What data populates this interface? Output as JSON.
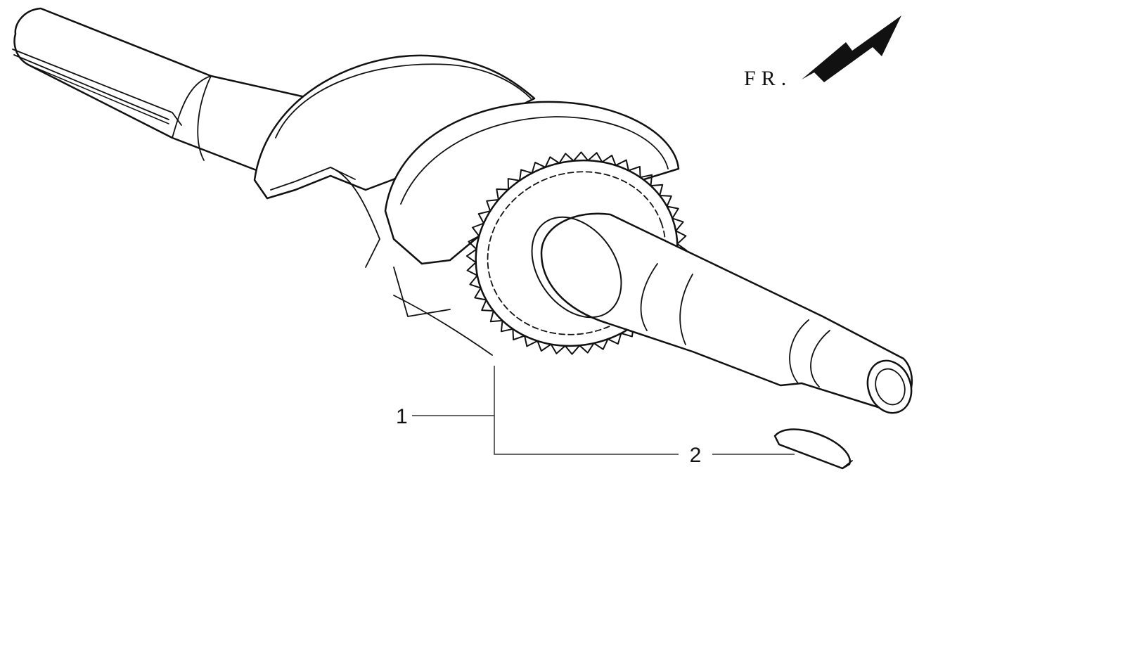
{
  "diagram": {
    "direction_label": "FR.",
    "callouts": [
      {
        "id": "1",
        "label": "1"
      },
      {
        "id": "2",
        "label": "2"
      }
    ],
    "colors": {
      "line": "#111111",
      "background": "#ffffff"
    }
  }
}
